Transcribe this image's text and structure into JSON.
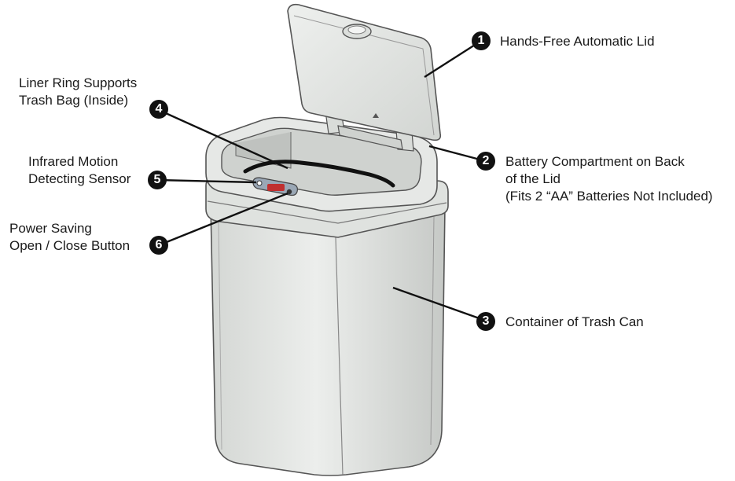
{
  "callouts": [
    {
      "number": "1",
      "lines": [
        "Hands-Free Automatic Lid"
      ]
    },
    {
      "number": "2",
      "lines": [
        "Battery Compartment on Back",
        "of the Lid",
        "(Fits 2 “AA” Batteries Not Included)"
      ]
    },
    {
      "number": "3",
      "lines": [
        "Container of Trash Can"
      ]
    },
    {
      "number": "4",
      "lines": [
        "Liner Ring Supports",
        "Trash Bag (Inside)"
      ]
    },
    {
      "number": "5",
      "lines": [
        "Infrared Motion",
        "Detecting Sensor"
      ]
    },
    {
      "number": "6",
      "lines": [
        "Power Saving",
        "Open / Close Button"
      ]
    }
  ],
  "colors": {
    "body_light": "#e4e6e4",
    "body_shade": "#c9ccc9",
    "outline": "#555555",
    "liner": "#111111",
    "indicator": "#c03030"
  }
}
